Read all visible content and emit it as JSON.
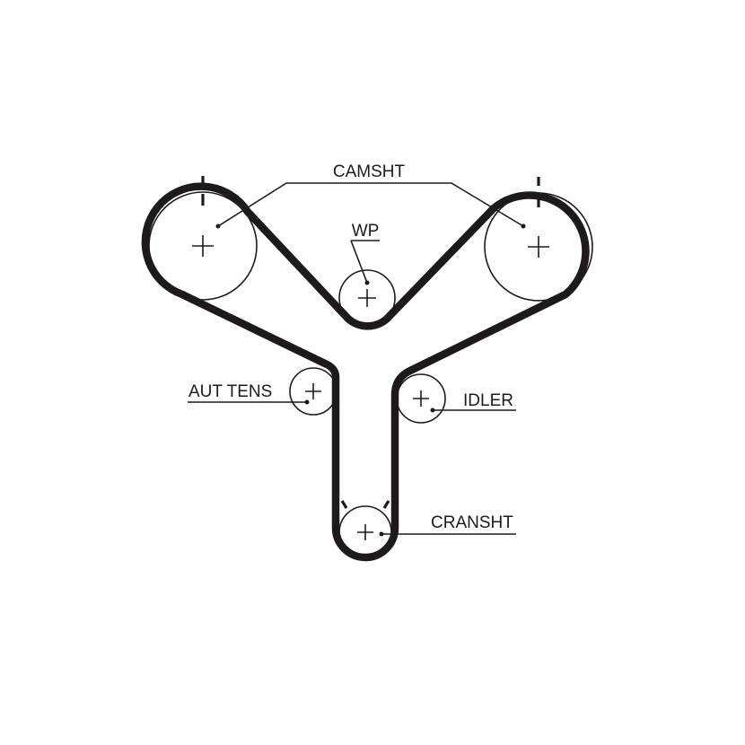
{
  "labels": {
    "camshaft": "CAMSHT",
    "water_pump": "WP",
    "auto_tensioner": "AUT TENS",
    "idler": "IDLER",
    "crankshaft": "CRANSHT"
  },
  "colors": {
    "ink": "#1e1a1b",
    "background": "#ffffff"
  }
}
